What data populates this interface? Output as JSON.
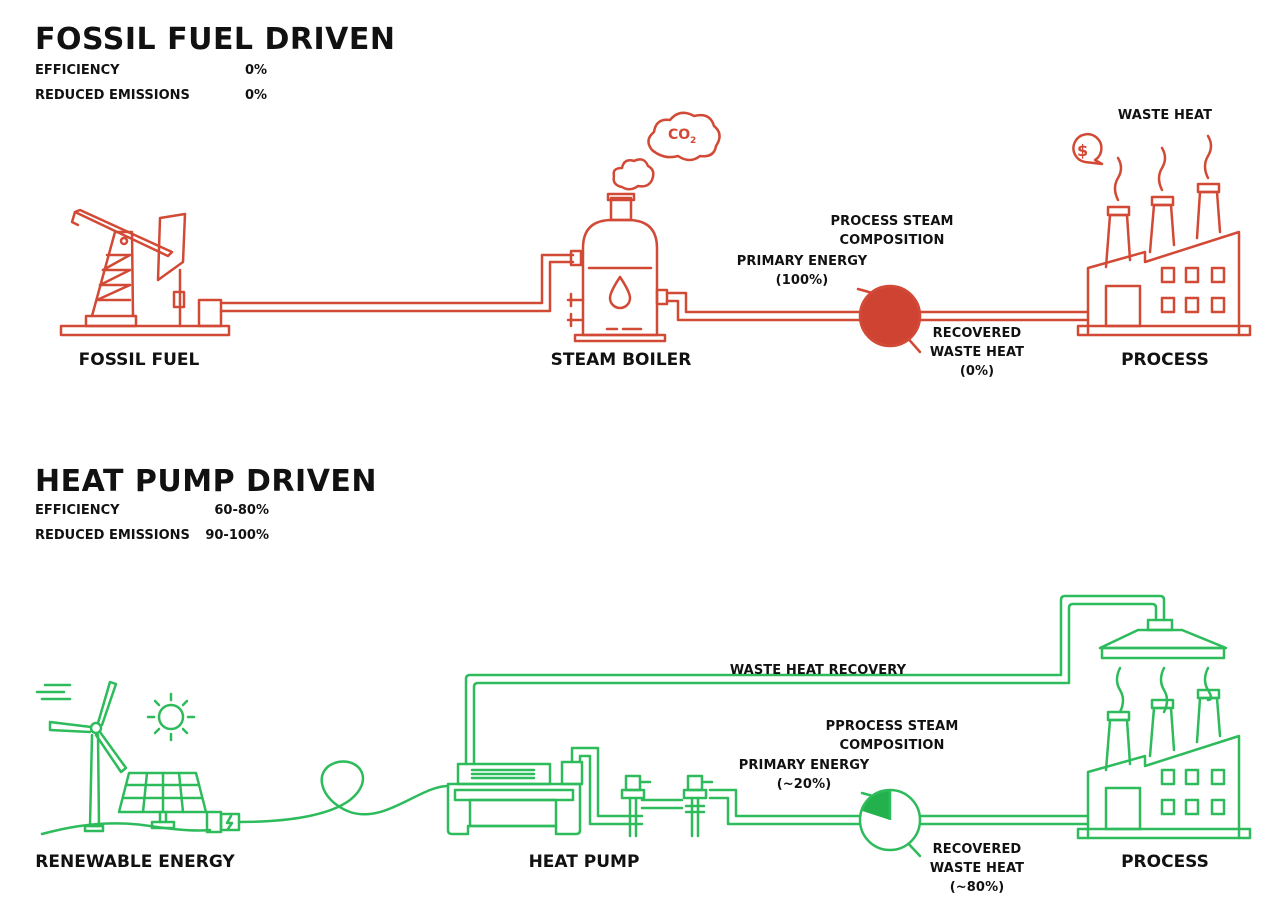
{
  "colors": {
    "fossil": "#d24a36",
    "fossil_fill": "#cf4333",
    "heatpump": "#2dbb5b",
    "heatpump_fill": "#22b14c",
    "text": "#111111"
  },
  "fossil": {
    "title": "FOSSIL FUEL DRIVEN",
    "efficiency_label": "EFFICIENCY",
    "efficiency_value": "0%",
    "emissions_label": "REDUCED EMISSIONS",
    "emissions_value": "0%",
    "fuel_label": "FOSSIL FUEL",
    "boiler_label": "STEAM BOILER",
    "process_label": "PROCESS",
    "co2_text": "CO",
    "co2_sub": "2",
    "dollar_text": "$",
    "waste_heat": "WASTE HEAT",
    "composition_line1": "PROCESS STEAM",
    "composition_line2": "COMPOSITION",
    "primary_line1": "PRIMARY ENERGY",
    "primary_line2": "(100%)",
    "recovered_line1": "RECOVERED",
    "recovered_line2": "WASTE HEAT",
    "recovered_line3": "(0%)",
    "primary_share": 1.0
  },
  "heatpump": {
    "title": "HEAT PUMP DRIVEN",
    "efficiency_label": "EFFICIENCY",
    "efficiency_value": "60-80%",
    "emissions_label": "REDUCED EMISSIONS",
    "emissions_value": "90-100%",
    "renewable_label": "RENEWABLE ENERGY",
    "pump_label": "HEAT PUMP",
    "process_label": "PROCESS",
    "waste_heat_recovery": "WASTE HEAT RECOVERY",
    "composition_line1": "PPROCESS STEAM",
    "composition_line2": "COMPOSITION",
    "primary_line1": "PRIMARY ENERGY",
    "primary_line2": "(~20%)",
    "recovered_line1": "RECOVERED",
    "recovered_line2": "WASTE HEAT",
    "recovered_line3": "(~80%)",
    "primary_share": 0.2
  }
}
